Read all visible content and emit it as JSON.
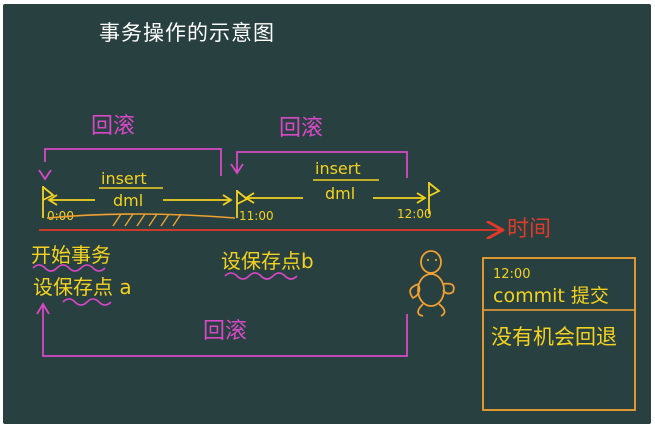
{
  "title": "事务操作的示意图",
  "labels": {
    "rollback_top_left": "回滚",
    "rollback_top_right": "回滚",
    "rollback_bottom": "回滚",
    "insert_left": "insert",
    "dml_left": "dml",
    "insert_right": "insert",
    "dml_right": "dml",
    "time_0": "0:00",
    "time_11": "11:00",
    "time_12": "12:00",
    "time_axis": "时间",
    "start_transaction": "开始事务",
    "savepoint_a": "设保存点 a",
    "savepoint_b": "设保存点b",
    "note_time": "12:00",
    "note_commit": "commit 提交",
    "note_no_rollback": "没有机会回退"
  },
  "colors": {
    "board": "#284040",
    "yellow": "#f4d21f",
    "orange": "#f0a030",
    "magenta": "#d848c8",
    "red": "#e23a28",
    "title": "#ffffff"
  }
}
